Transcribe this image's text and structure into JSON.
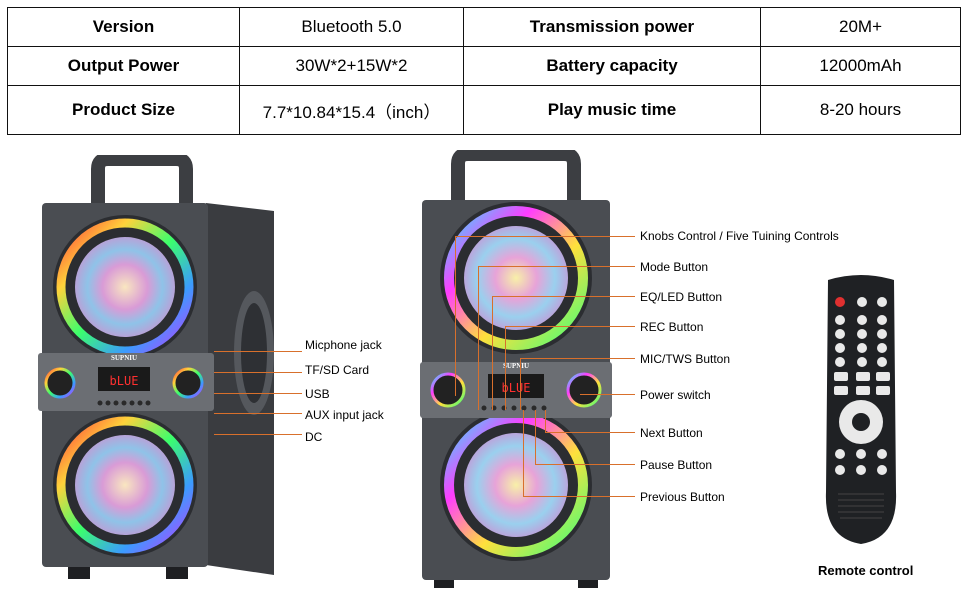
{
  "spec_table": {
    "rows": [
      {
        "k1": "Version",
        "v1": "Bluetooth 5.0",
        "k2": "Transmission power",
        "v2": "20M+"
      },
      {
        "k1": "Output Power",
        "v1": "30W*2+15W*2",
        "k2": "Battery capacity",
        "v2": "12000mAh"
      },
      {
        "k1": "Product Size",
        "v1": "7.7*10.84*15.4（inch）",
        "k2": "Play music time",
        "v2": "8-20 hours"
      }
    ]
  },
  "left_speaker": {
    "brand": "SUPNIU",
    "display": "bLUE",
    "callouts": [
      "Micphone jack",
      "TF/SD Card",
      "USB",
      "AUX input jack",
      "DC"
    ]
  },
  "front_speaker": {
    "brand": "SUPNIU",
    "display": "bLUE",
    "callouts": [
      "Knobs Control / Five Tuining Controls",
      "Mode Button",
      "EQ/LED Button",
      "REC Button",
      "MIC/TWS Button",
      "Power switch",
      "Next Button",
      "Pause Button",
      "Previous Button"
    ]
  },
  "remote": {
    "caption": "Remote control"
  },
  "colors": {
    "leader_line": "#d8702c",
    "cabinet": "#4a4d52",
    "panel": "#6b6e73"
  }
}
